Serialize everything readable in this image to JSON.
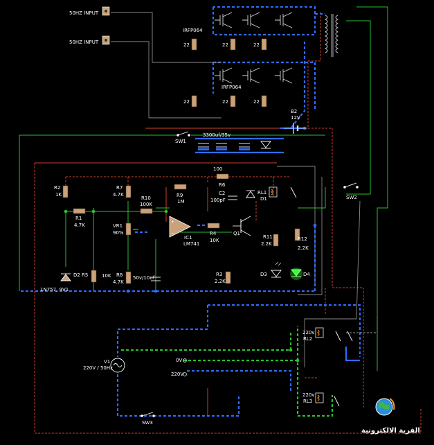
{
  "labels": {
    "input1": "50HZ INPUT",
    "input2": "50HZ INPUT",
    "mosfet_top": "IRFP064",
    "mosfet_bottom": "IRFP064",
    "gate_res": "22",
    "battery_ref": "B2",
    "battery_val": "12V",
    "cap_bank": "3300uf/35v",
    "sw1": "SW1",
    "sw2": "SW2",
    "sw3": "SW3",
    "r2_ref": "R2",
    "r2_val": "1K",
    "r1_ref": "R1",
    "r1_val": "4.7K",
    "r7_ref": "R7",
    "r7_val": "4.7K",
    "r10_ref": "R10",
    "r10_val": "100K",
    "r9_ref": "R9",
    "r9_val": "1M",
    "r6_val": "100",
    "r6_ref": "R6",
    "c2_ref": "C2",
    "c2_val": "100pF",
    "rl1": "RL1",
    "d1": "D1",
    "vr1_ref": "VR1",
    "vr1_val": "90%",
    "ic1_ref": "IC1",
    "ic1_val": "LM741",
    "r4_ref": "R4",
    "r4_val": "10K",
    "q1": "Q1",
    "r11_ref": "R11",
    "r11_val": "2.2K",
    "r12_ref": "R12",
    "r12_val": "2.2K",
    "d2": "D2",
    "r5": "R5",
    "zener": "1N757, 9V1",
    "r8_ref": "R8",
    "r8_val": "4.7K",
    "r5_val": "10K",
    "cap_50v": "50v/10uf",
    "r3_ref": "R3",
    "r3_val": "2.2K",
    "d3": "D3",
    "d4": "D4",
    "rl2_v": "220v",
    "rl2": "RL2",
    "rl3_v": "220v",
    "rl3": "RL3",
    "v1_ref": "V1",
    "v1_val": "220V / 50Hz",
    "zero_v": "0V",
    "line_v": "220V",
    "logo_text": "القرية الالكترونية"
  },
  "colors": {
    "background": "#000000",
    "blue_wire": "#2f6bff",
    "red_wire": "#d0402a",
    "green_wire": "#29c12e",
    "led_on": "#33ff33"
  }
}
